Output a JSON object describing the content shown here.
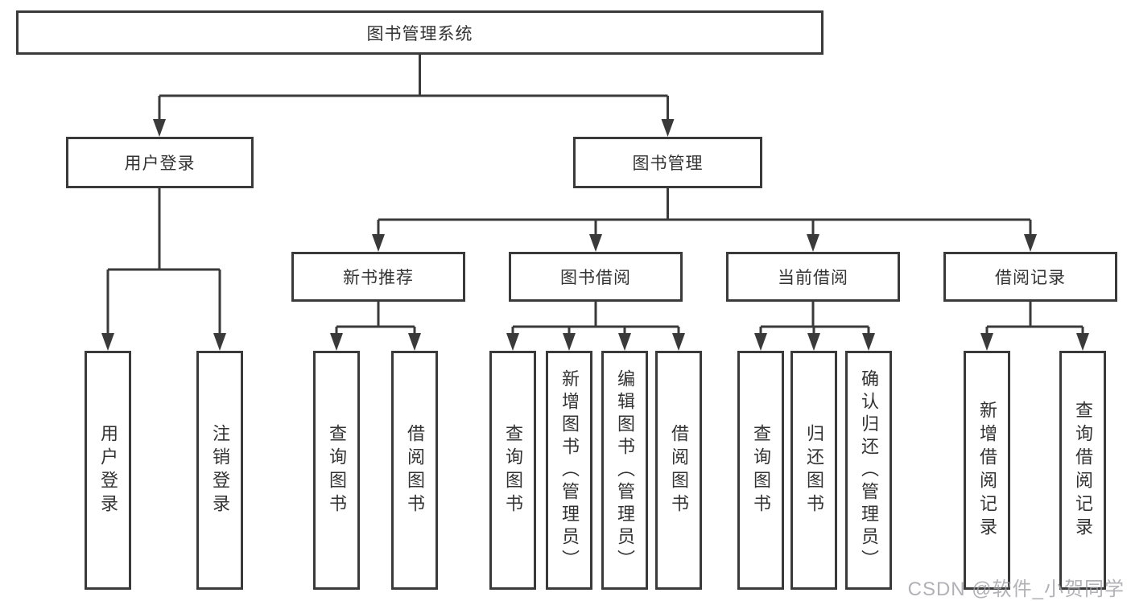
{
  "diagram": {
    "root": {
      "label": "图书管理系统",
      "children": [
        {
          "label": "用户登录",
          "children": [
            {
              "label": "用户登录"
            },
            {
              "label": "注销登录"
            }
          ]
        },
        {
          "label": "图书管理",
          "children": [
            {
              "label": "新书推荐",
              "children": [
                {
                  "label": "查询图书"
                },
                {
                  "label": "借阅图书"
                }
              ]
            },
            {
              "label": "图书借阅",
              "children": [
                {
                  "label": "查询图书"
                },
                {
                  "label": "新增图书（管理员）"
                },
                {
                  "label": "编辑图书（管理员）"
                },
                {
                  "label": "借阅图书"
                }
              ]
            },
            {
              "label": "当前借阅",
              "children": [
                {
                  "label": "查询图书"
                },
                {
                  "label": "归还图书"
                },
                {
                  "label": "确认归还（管理员）"
                }
              ]
            },
            {
              "label": "借阅记录",
              "children": [
                {
                  "label": "新增借阅记录"
                },
                {
                  "label": "查询借阅记录"
                }
              ]
            }
          ]
        }
      ]
    }
  },
  "watermark": "CSDN @软件_小贺同学",
  "colors": {
    "line": "#3a3a3a",
    "text": "#333333",
    "background": "#ffffff",
    "watermark": "#9e9ea4"
  }
}
